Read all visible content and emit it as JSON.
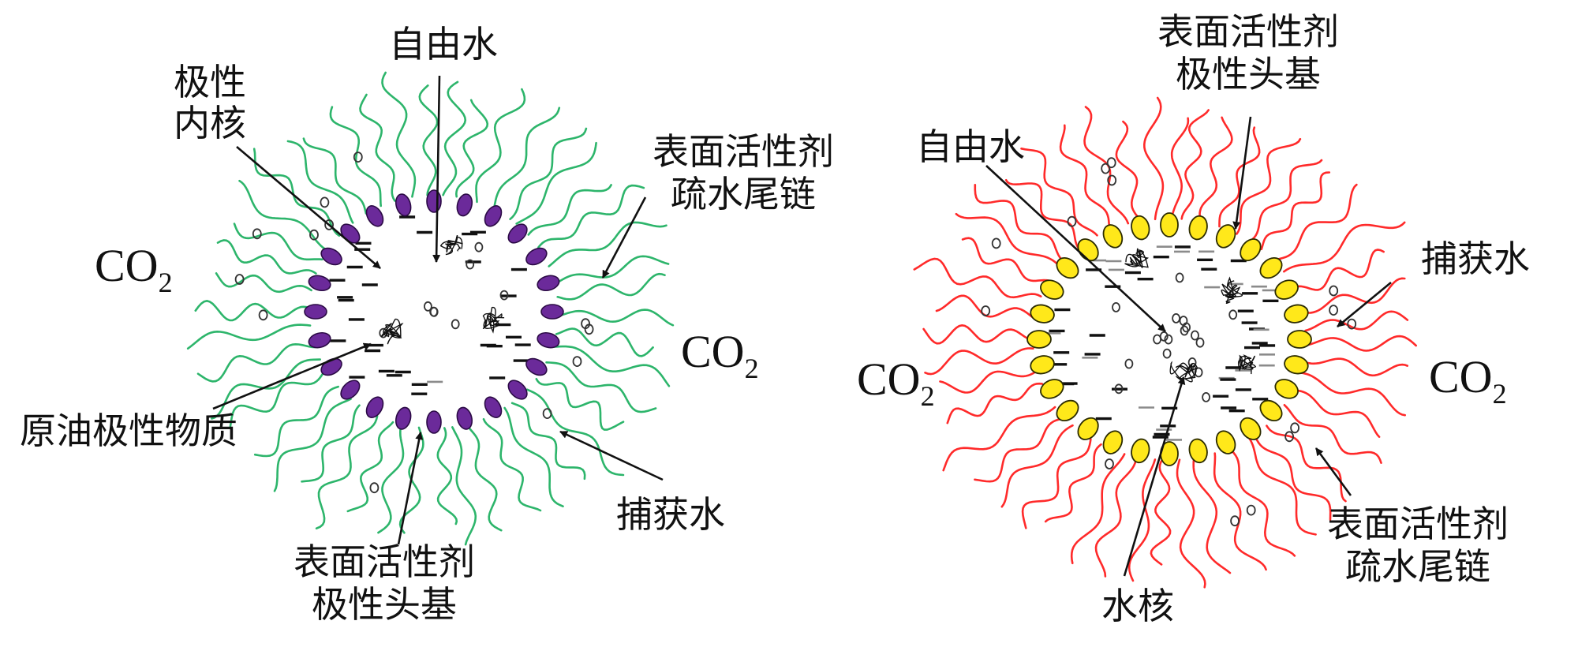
{
  "left_micelle": {
    "labels": {
      "free_water": "自由水",
      "polar_core_line1": "极性",
      "polar_core_line2": "内核",
      "tail_line1": "表面活性剂",
      "tail_line2": "疏水尾链",
      "crude_oil_polar": "原油极性物质",
      "trapped_water": "捕获水",
      "head_line1": "表面活性剂",
      "head_line2": "极性头基"
    },
    "co2_left": "CO",
    "co2_left_sub": "2",
    "co2_right": "CO",
    "co2_right_sub": "2"
  },
  "right_micelle": {
    "labels": {
      "head_line1": "表面活性剂",
      "head_line2": "极性头基",
      "free_water": "自由水",
      "trapped_water": "捕获水",
      "tail_line1": "表面活性剂",
      "tail_line2": "疏水尾链",
      "water_core": "水核"
    },
    "co2_left": "CO",
    "co2_left_sub": "2",
    "co2_right": "CO",
    "co2_right_sub": "2"
  },
  "colors": {
    "left_tail": "#2db56b",
    "left_head": "#6b2a9a",
    "right_tail": "#ff2a2a",
    "right_head": "#ffe81a"
  }
}
